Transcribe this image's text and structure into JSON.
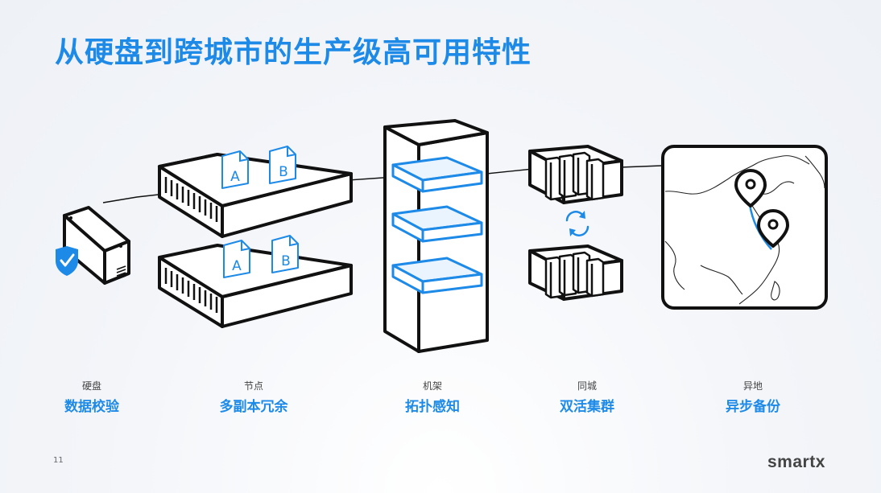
{
  "title": "从硬盘到跨城市的生产级高可用特性",
  "doc_labels": {
    "a": "A",
    "b": "B"
  },
  "levels": [
    {
      "small": "硬盘",
      "big": "数据校验"
    },
    {
      "small": "节点",
      "big": "多副本冗余"
    },
    {
      "small": "机架",
      "big": "拓扑感知"
    },
    {
      "small": "同城",
      "big": "双活集群"
    },
    {
      "small": "异地",
      "big": "异步备份"
    }
  ],
  "page_number": "11",
  "logo": "smartx",
  "colors": {
    "accent": "#1d8ae8",
    "stroke": "#111111",
    "highlight": "#2a93ea"
  }
}
